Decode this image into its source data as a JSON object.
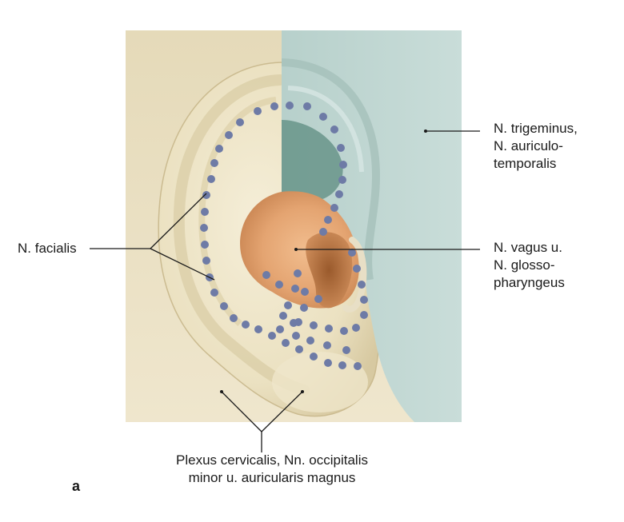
{
  "figure": {
    "panel_letter": "a",
    "labels": {
      "trigeminus": [
        "N. trigeminus,",
        "N. auriculo-",
        "temporalis"
      ],
      "vagus": [
        "N. vagus u.",
        "N. glosso-",
        "pharyngeus"
      ],
      "facialis": [
        "N. facialis"
      ],
      "plexus": [
        "Plexus cervicalis, Nn. occipitalis",
        "minor u. auricularis magnus"
      ]
    },
    "colors": {
      "plexus_region": "#e9dfc2",
      "trigeminus_region": "#c4dad6",
      "vagus_region": "#e2a574",
      "facialis_dots": "#6e7ba6",
      "ear_skin": "#ede3c6"
    }
  }
}
